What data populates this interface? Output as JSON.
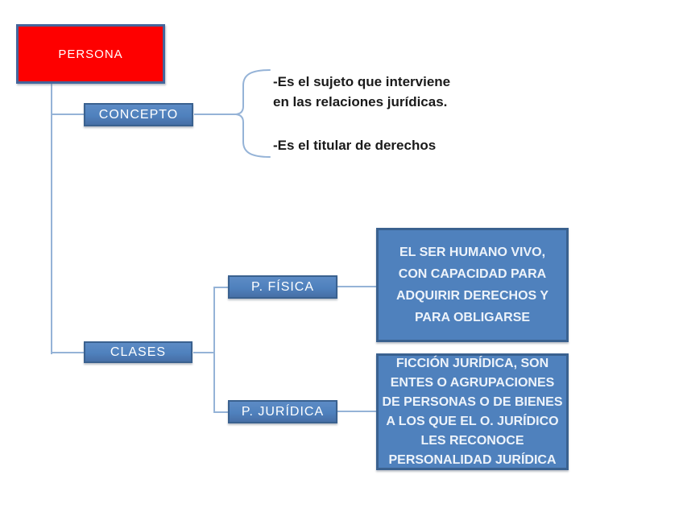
{
  "nodes": {
    "persona": {
      "label": "PERSONA"
    },
    "concepto": {
      "label": "CONCEPTO"
    },
    "clases": {
      "label": "CLASES"
    },
    "p_fisica": {
      "label": "P. FÍSICA"
    },
    "p_juridica": {
      "label": "P. JURÍDICA"
    }
  },
  "concept_notes": [
    "-Es el sujeto que interviene",
    "en las relaciones jurídicas.",
    "-Es el titular de derechos"
  ],
  "definitions": {
    "fisica_lines": [
      "EL SER HUMANO VIVO,",
      "CON CAPACIDAD PARA",
      "ADQUIRIR DERECHOS Y",
      "PARA OBLIGARSE"
    ],
    "juridica_lines": [
      "FICCIÓN JURÍDICA, SON",
      "ENTES O AGRUPACIONES",
      "DE PERSONAS O DE BIENES",
      "A LOS QUE EL O. JURÍDICO",
      "LES RECONOCE",
      "PERSONALIDAD JURÍDICA"
    ]
  },
  "colors": {
    "root_fill": "#FE0000",
    "root_border": "#44659B",
    "node_fill": "#4F81BD",
    "node_border": "#3A618F",
    "connector": "#95B3D7",
    "text_dark": "#1A1A1A",
    "text_light": "#EDF3FA"
  }
}
